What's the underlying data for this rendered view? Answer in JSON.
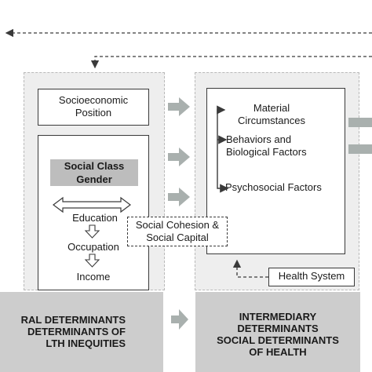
{
  "diagram": {
    "left_boxes": {
      "socioeconomic_position": "Socioeconomic Position",
      "social_class_gender": [
        "Social Class",
        "Gender"
      ],
      "education": "Education",
      "occupation": "Occupation",
      "income": "Income"
    },
    "cohesion_box": [
      "Social Cohesion &",
      "Social Capital"
    ],
    "intermediary_items": {
      "material": [
        "Material",
        "Circumstances"
      ],
      "behaviors": [
        "Behaviors and",
        "Biological Factors"
      ],
      "psychosocial": "Psychosocial Factors"
    },
    "health_system": "Health System",
    "bottom_left_band": [
      "RAL DETERMINANTS",
      "DETERMINANTS OF",
      "LTH INEQUITIES"
    ],
    "bottom_right_band": [
      "INTERMEDIARY",
      "DETERMINANTS",
      "SOCIAL DETERMINANTS",
      "OF HEALTH"
    ],
    "colors": {
      "panel": "#eeeeee",
      "band": "#cdcdcd",
      "arrow": "#a9b0ae",
      "line": "#3a3a3a",
      "social_class_fill": "#bdbdbd"
    }
  }
}
